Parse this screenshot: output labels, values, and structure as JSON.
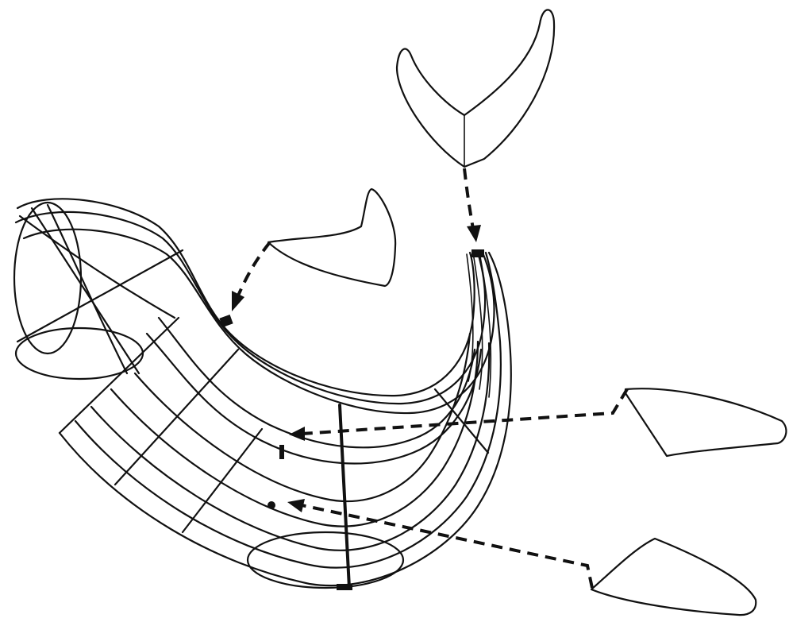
{
  "figure": {
    "subject": "whale-wireframe-with-fins",
    "stroke_color": "#111111",
    "background": "#ffffff",
    "parts": [
      {
        "id": "tail-fluke",
        "target": "tail-stock-end"
      },
      {
        "id": "dorsal-fin",
        "target": "dorsal-attachment"
      },
      {
        "id": "pectoral-fin-upper",
        "target": "upper-flipper-socket"
      },
      {
        "id": "pectoral-fin-lower",
        "target": "lower-flipper-socket"
      }
    ]
  }
}
